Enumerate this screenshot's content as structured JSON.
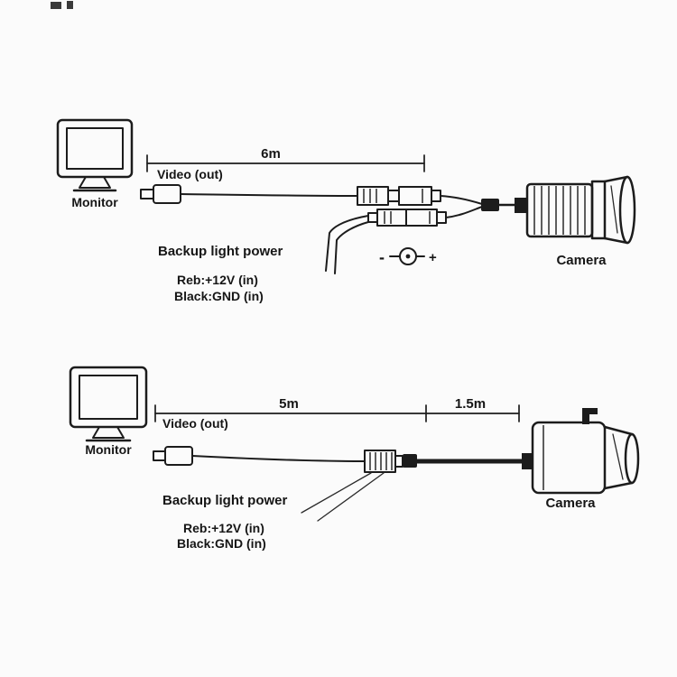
{
  "colors": {
    "ink": "#1c1c1c",
    "background": "#fbfbfb"
  },
  "top_diagram": {
    "monitor_label": "Monitor",
    "video_out_label": "Video (out)",
    "cable_length": "6m",
    "backup_power_title": "Backup light power",
    "backup_power_line1": "Reb:+12V (in)",
    "backup_power_line2": "Black:GND (in)",
    "polarity_minus": "-",
    "polarity_plus": "+",
    "camera_label": "Camera"
  },
  "bottom_diagram": {
    "monitor_label": "Monitor",
    "video_out_label": "Video (out)",
    "cable_length_main": "5m",
    "cable_length_ext": "1.5m",
    "backup_power_title": "Backup light power",
    "backup_power_line1": "Reb:+12V (in)",
    "backup_power_line2": "Black:GND (in)",
    "camera_label": "Camera"
  }
}
